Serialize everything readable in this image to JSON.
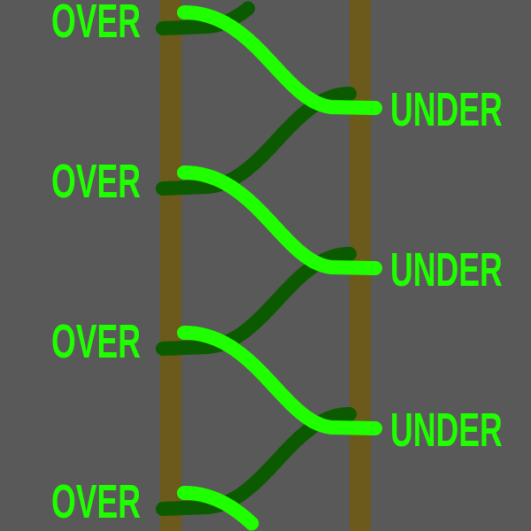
{
  "colors": {
    "background": "#595959",
    "post": "#6b5a1c",
    "bright_strand": "#1fff00",
    "dark_strand": "#0b5a00",
    "label": "#1fff00"
  },
  "left_labels": [
    "OVER",
    "OVER",
    "OVER",
    "OVER"
  ],
  "right_labels": [
    "UNDER",
    "UNDER",
    "UNDER"
  ]
}
